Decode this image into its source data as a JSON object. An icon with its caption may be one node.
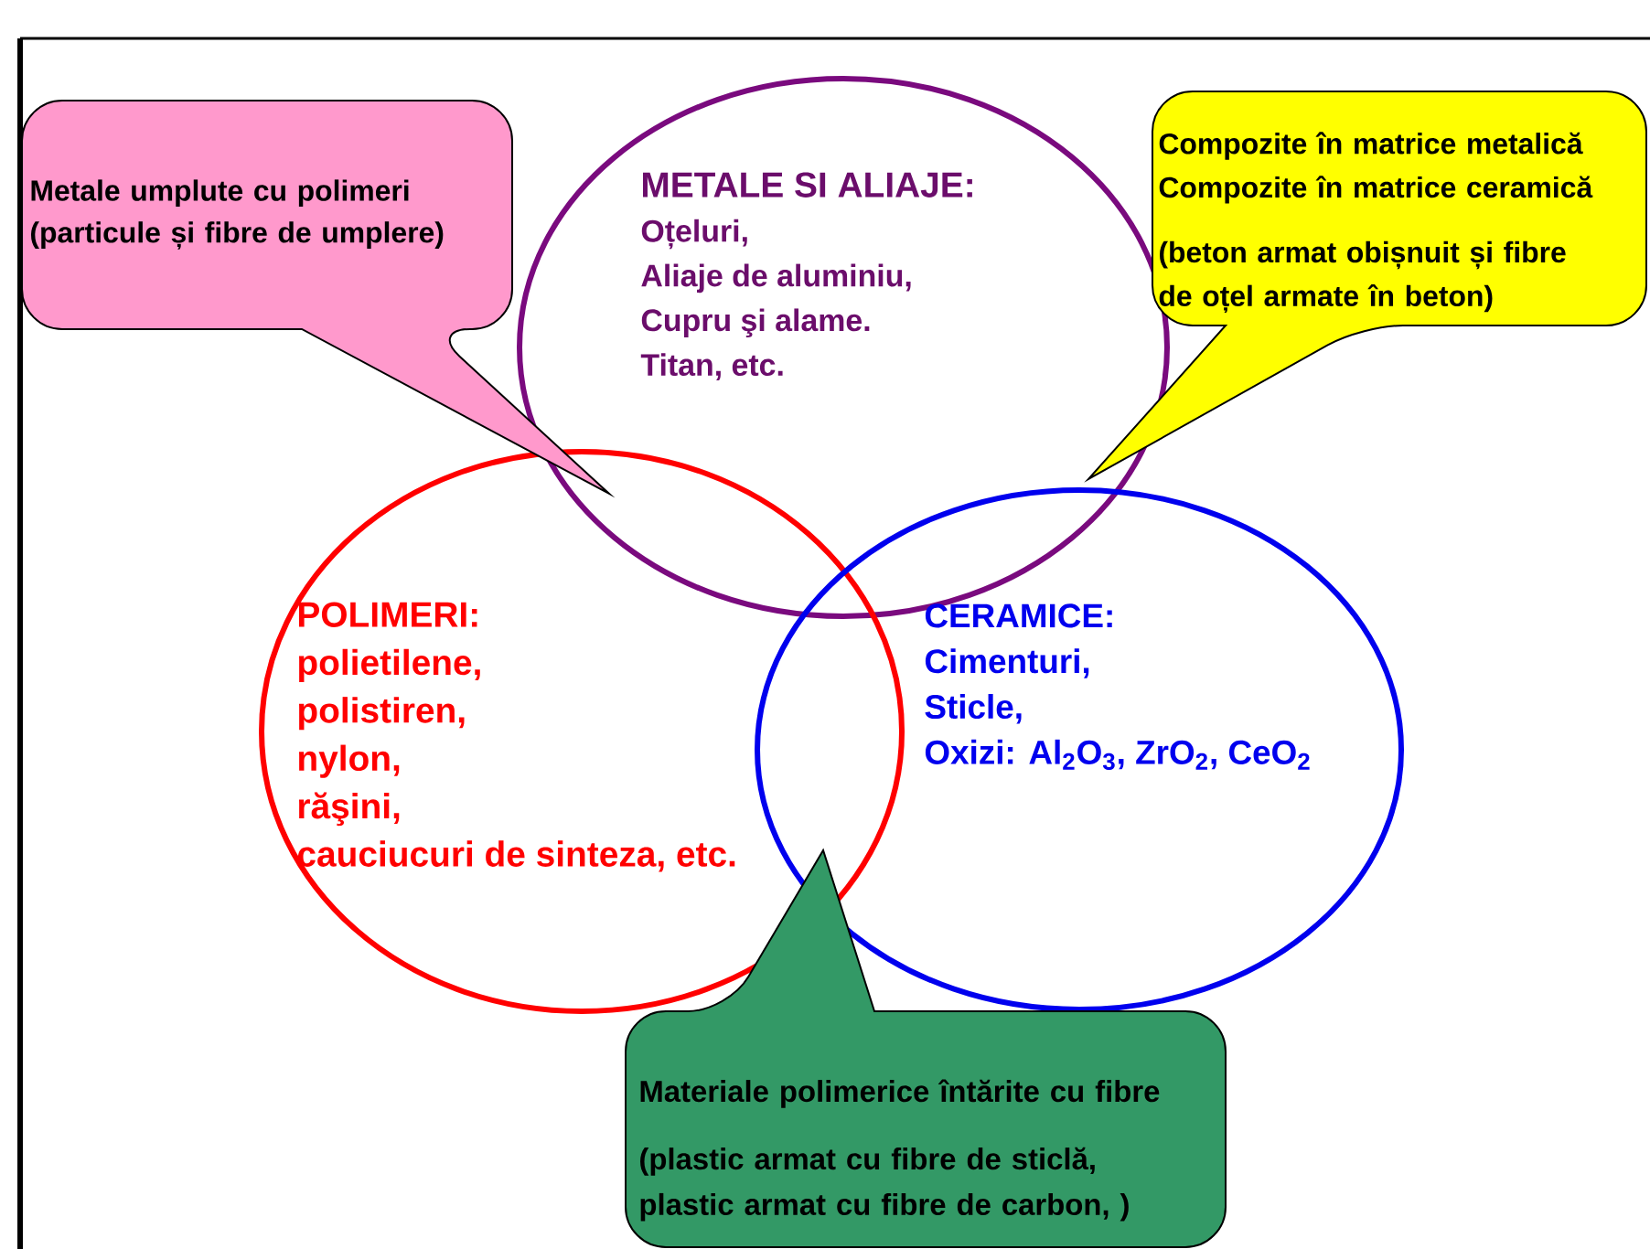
{
  "diagram": {
    "nodes": [
      {
        "text": [
          "METALE SI ALIAJE:",
          "Oțeluri,",
          "Aliaje de aluminiu,",
          "Cupru şi alame.",
          "Titan, etc."
        ]
      },
      {
        "text": [
          "POLIMERI:",
          "polietilene,",
          "polistiren,",
          "nylon,",
          "răşini,",
          "cauciucuri de sinteza, etc."
        ]
      },
      {
        "text": [
          "CERAMICE:",
          "Cimenturi,",
          "Sticle,",
          "Oxizi: Al$_{2}$O$_{3}$, ZrO$_{2}$, CeO$_{2}$"
        ]
      },
      {
        "text": [
          "Metale umplute cu polimeri",
          "(particule și fibre de umplere)"
        ]
      },
      {
        "text": [
          "Compozite în matrice metalică",
          "Compozite în matrice ceramică",
          "(beton armat obișnuit și fibre de oțel armate în beton)"
        ]
      },
      {
        "text": [
          "Materiale polimerice întărite cu fibre",
          "(plastic armat cu fibre de sticlă, plastic armat cu fibre de carbon, )"
        ]
      }
    ]
  }
}
